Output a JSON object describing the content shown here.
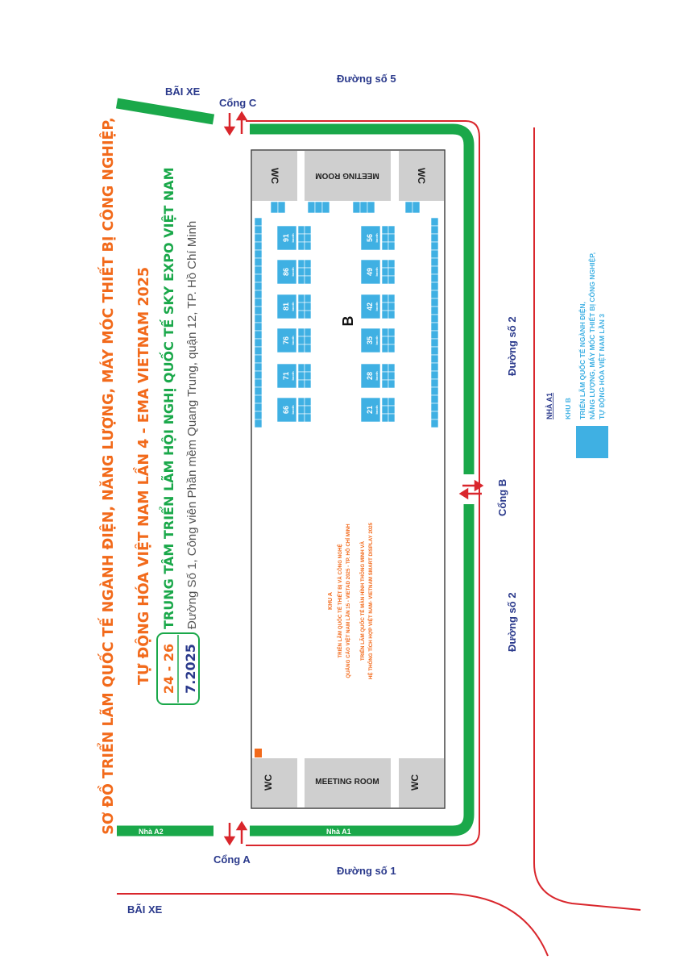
{
  "labels": {
    "bai_xe_top": "BÃI XE",
    "bai_xe_bottom": "BÃI XE",
    "duong5": "Đường số 5",
    "duong1": "Đường số 1",
    "duong2_top": "Đường số 2",
    "duong2_bottom": "Đường số 2",
    "cong_c": "Cổng C",
    "cong_a": "Cổng A",
    "cong_b": "Cổng B",
    "nha_a2": "Nhà A2",
    "nha_a1": "Nhà A1",
    "wc": "WC",
    "meeting_room": "MEETING ROOM",
    "hall_b": "B"
  },
  "title": {
    "line1": "SƠ ĐỒ TRIỂN LÃM QUỐC TẾ NGÀNH ĐIỆN, NĂNG LƯỢNG, MÁY MÓC THIẾT BỊ CÔNG NGHIỆP,",
    "line2": "TỰ ĐỘNG HÓA VIỆT NAM LẦN 4 - EMA VIETNAM 2025",
    "date1": "24 - 26",
    "date2": "7.2025",
    "venue": "TRUNG TÂM TRIỂN LÃM HỘI NGHỊ QUỐC TẾ SKY EXPO VIỆT NAM",
    "address": "Đường Số 1, Công viên Phần mềm Quang Trung, quận 12, TP. Hồ Chí Minh"
  },
  "khu_a": {
    "title": "KHU A",
    "l1": "TRIỂN LÃM QUỐC TẾ THIẾT BỊ VÀ CÔNG NGHỆ",
    "l2": "QUẢNG CÁO VIỆT NAM LẦN 15 - VIETAD 2025 - TP. HỒ CHÍ MINH",
    "l3": "TRIỂN LÃM QUỐC TẾ MÀN HÌNH THÔNG MINH VÀ",
    "l4": "HỆ THỐNG TÍCH HỢP VIỆT NAM- VIETNAM SMART DISPLAY 2025"
  },
  "legend": {
    "nha": "NHÀ A1",
    "khu": "KHU B",
    "l1": "TRIỂN LÃM QUỐC TẾ NGÀNH ĐIỆN,",
    "l2": "NĂNG LƯỢNG, MÁY MÓC THIẾT BỊ CÔNG NGHIỆP,",
    "l3": "TỰ ĐỘNG HÓA VIỆT NAM LẦN 3",
    "color": "#3fb0e3"
  },
  "booths": {
    "big_top": [
      "66",
      "71",
      "76",
      "81",
      "86",
      "91"
    ],
    "big_bottom": [
      "21",
      "28",
      "35",
      "42",
      "49",
      "56"
    ],
    "small_word": "booth",
    "big_word": "booth"
  },
  "colors": {
    "green": "#1aa84a",
    "red": "#d9262c",
    "orange": "#f26a1b",
    "navy": "#2b3a8c",
    "blue": "#3fb0e3",
    "gray": "#cfcfcf"
  }
}
